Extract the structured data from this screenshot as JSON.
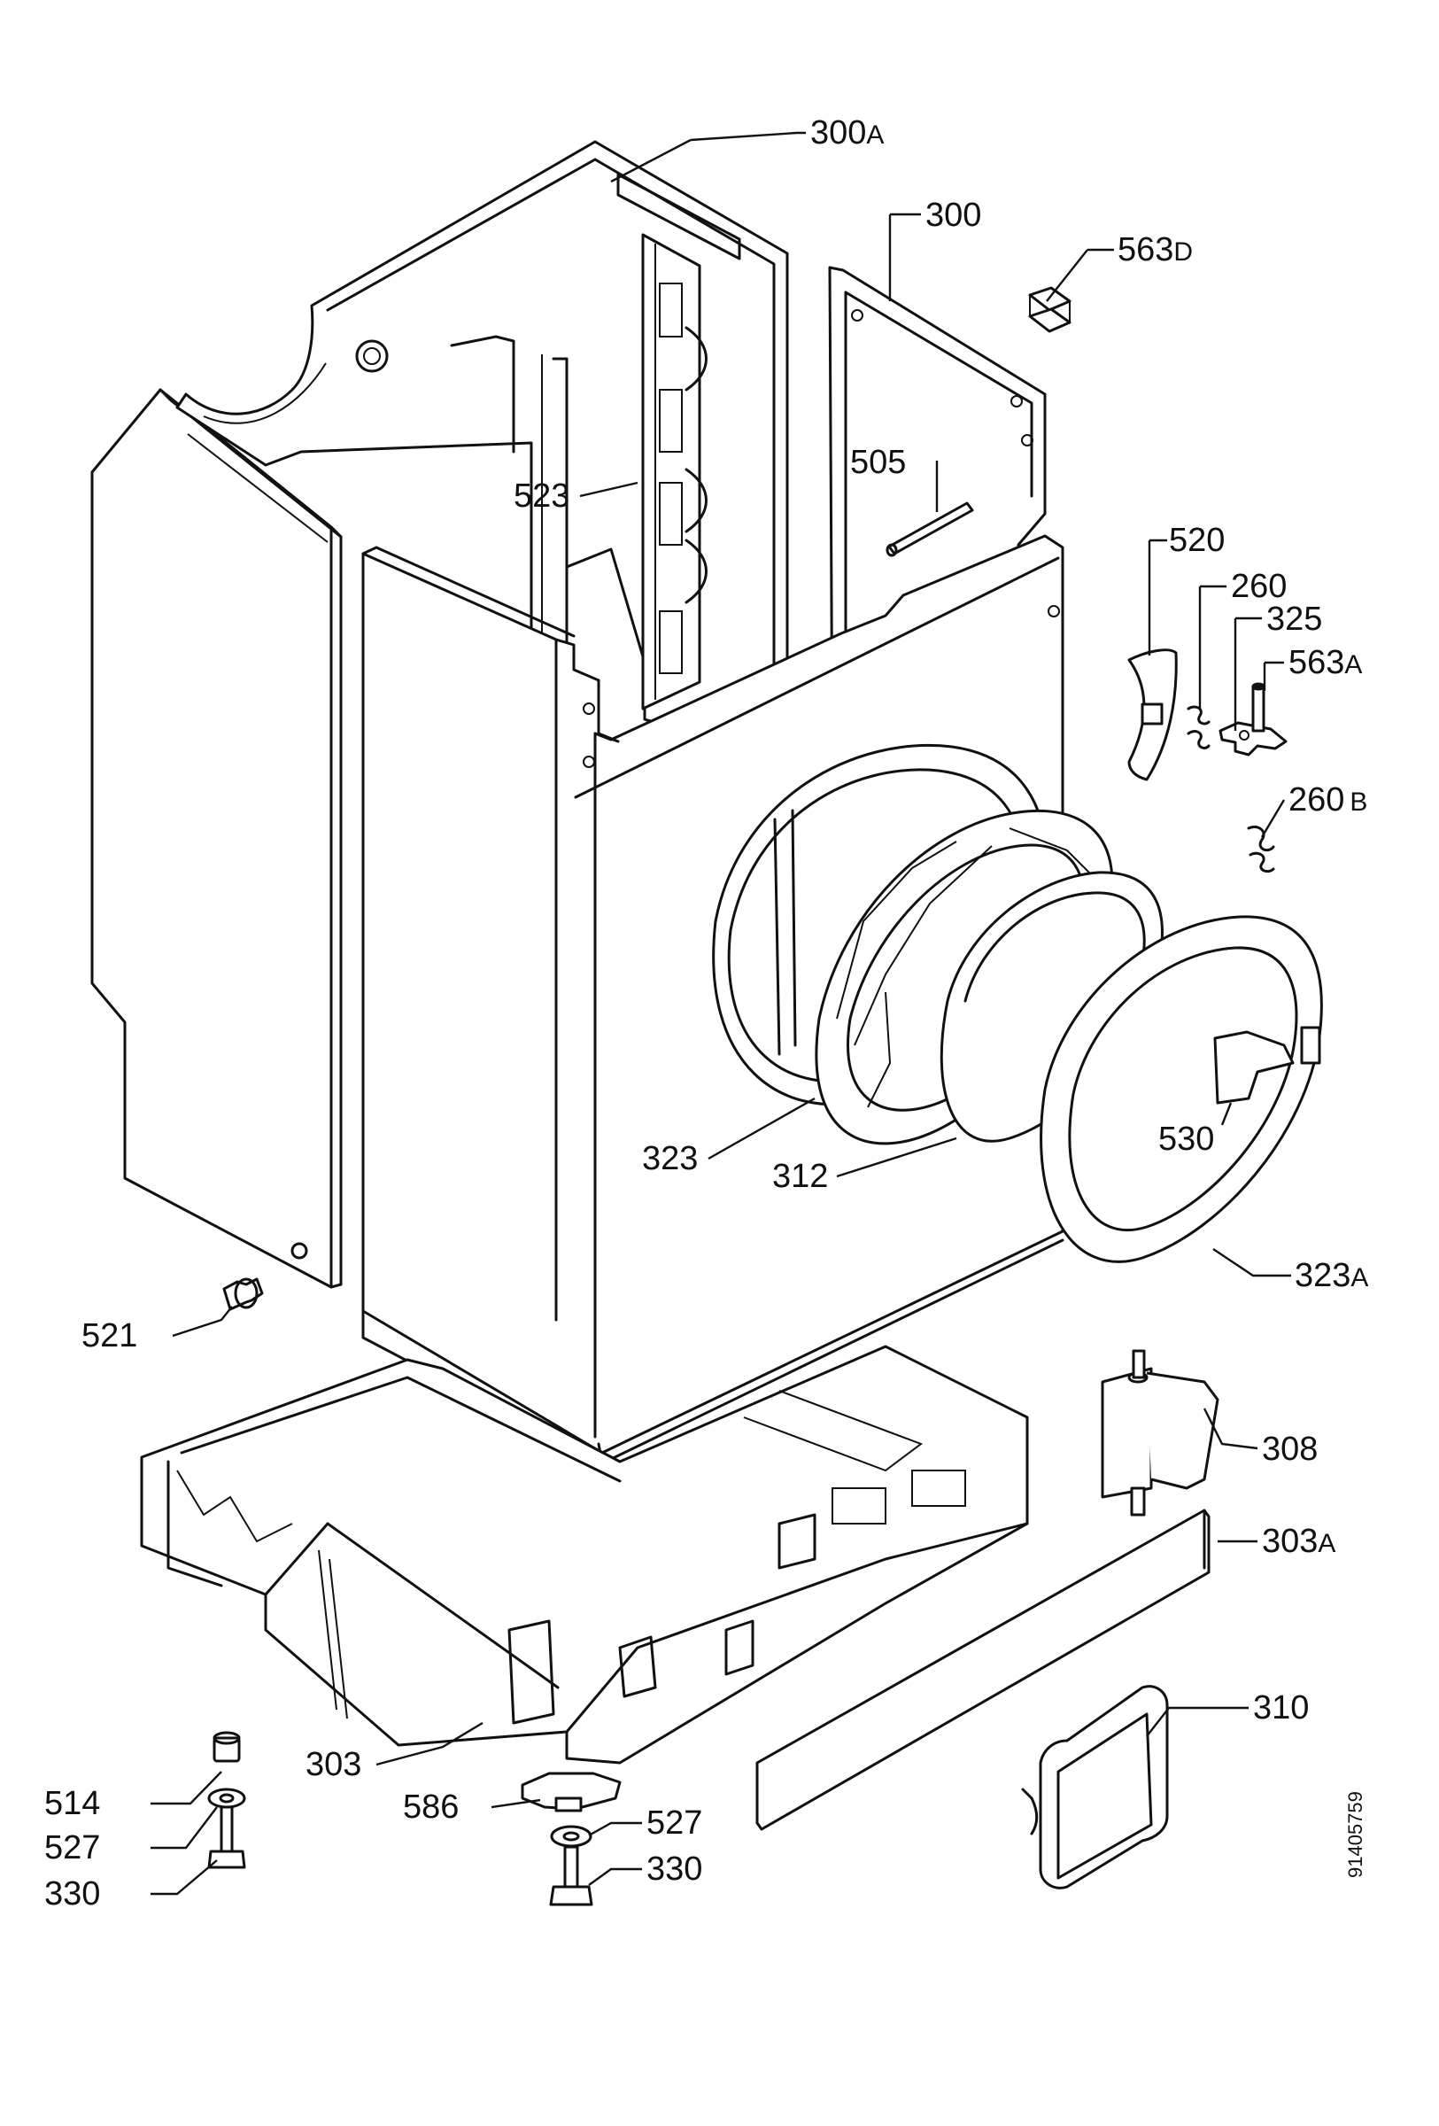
{
  "document_number": "91405759",
  "labels": [
    {
      "id": "300a",
      "main": "300",
      "suffix": "A"
    },
    {
      "id": "300",
      "main": "300",
      "suffix": ""
    },
    {
      "id": "563d",
      "main": "563",
      "suffix": "D"
    },
    {
      "id": "505",
      "main": "505",
      "suffix": ""
    },
    {
      "id": "523",
      "main": "523",
      "suffix": ""
    },
    {
      "id": "520",
      "main": "520",
      "suffix": ""
    },
    {
      "id": "260",
      "main": "260",
      "suffix": ""
    },
    {
      "id": "325",
      "main": "325",
      "suffix": ""
    },
    {
      "id": "563a",
      "main": "563",
      "suffix": "A"
    },
    {
      "id": "260b",
      "main": "260",
      "suffix": "B"
    },
    {
      "id": "323",
      "main": "323",
      "suffix": ""
    },
    {
      "id": "312",
      "main": "312",
      "suffix": ""
    },
    {
      "id": "530",
      "main": "530",
      "suffix": ""
    },
    {
      "id": "323a",
      "main": "323",
      "suffix": "A"
    },
    {
      "id": "521",
      "main": "521",
      "suffix": ""
    },
    {
      "id": "308",
      "main": "308",
      "suffix": ""
    },
    {
      "id": "303a",
      "main": "303",
      "suffix": "A"
    },
    {
      "id": "310",
      "main": "310",
      "suffix": ""
    },
    {
      "id": "303",
      "main": "303",
      "suffix": ""
    },
    {
      "id": "586",
      "main": "586",
      "suffix": ""
    },
    {
      "id": "514",
      "main": "514",
      "suffix": ""
    },
    {
      "id": "527l",
      "main": "527",
      "suffix": ""
    },
    {
      "id": "330l",
      "main": "330",
      "suffix": ""
    },
    {
      "id": "527r",
      "main": "527",
      "suffix": ""
    },
    {
      "id": "330r",
      "main": "330",
      "suffix": ""
    }
  ]
}
